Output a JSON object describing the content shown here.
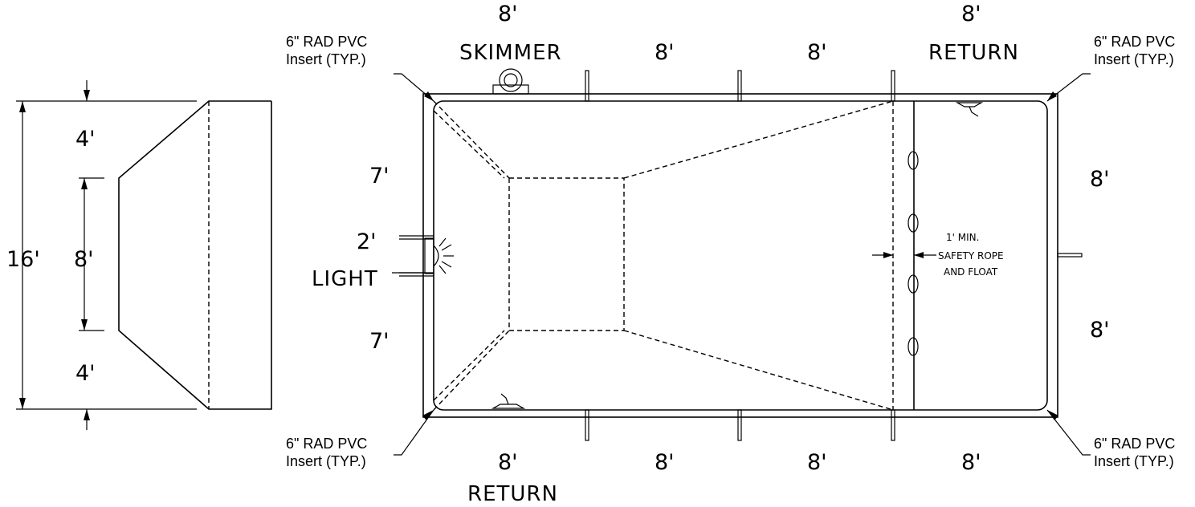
{
  "side_view": {
    "overall": "16'",
    "top": "4'",
    "middle": "8'",
    "bottom": "4'"
  },
  "plan": {
    "top_dims": [
      "8'",
      "8'",
      "8'",
      "8'"
    ],
    "bottom_dims": [
      "8'",
      "8'",
      "8'",
      "8'"
    ],
    "left_dims": [
      "7'",
      "2'",
      "7'"
    ],
    "right_dims": [
      "8'",
      "8'"
    ],
    "skimmer": "SKIMMER",
    "return_top": "RETURN",
    "return_bottom": "RETURN",
    "light": "LIGHT",
    "rope_note": [
      "1' MIN.",
      "SAFETY ROPE",
      "AND FLOAT"
    ],
    "corner_note_line1": "6\" RAD PVC",
    "corner_note_line2": "Insert (TYP.)"
  }
}
